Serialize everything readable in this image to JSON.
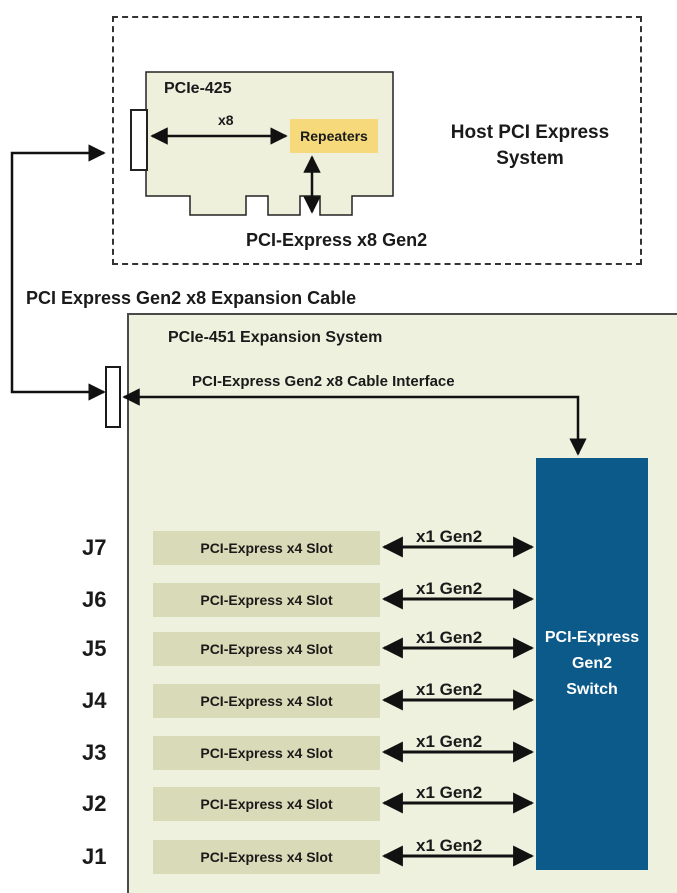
{
  "host": {
    "title_line1": "Host PCI Express",
    "title_line2": "System",
    "card_name": "PCIe-425",
    "lane_label": "x8",
    "repeaters_label": "Repeaters",
    "bus_label": "PCI-Express x8 Gen2"
  },
  "cable": {
    "label": "PCI Express Gen2 x8 Expansion Cable"
  },
  "expansion": {
    "title": "PCIe-451 Expansion System",
    "interface_label": "PCI-Express Gen2 x8 Cable Interface",
    "switch_line1": "PCI-Express",
    "switch_line2": "Gen2",
    "switch_line3": "Switch",
    "slots": [
      {
        "jumper": "J7",
        "slot_label": "PCI-Express x4 Slot",
        "link_label": "x1 Gen2"
      },
      {
        "jumper": "J6",
        "slot_label": "PCI-Express x4 Slot",
        "link_label": "x1 Gen2"
      },
      {
        "jumper": "J5",
        "slot_label": "PCI-Express x4 Slot",
        "link_label": "x1 Gen2"
      },
      {
        "jumper": "J4",
        "slot_label": "PCI-Express x4 Slot",
        "link_label": "x1 Gen2"
      },
      {
        "jumper": "J3",
        "slot_label": "PCI-Express x4 Slot",
        "link_label": "x1 Gen2"
      },
      {
        "jumper": "J2",
        "slot_label": "PCI-Express x4 Slot",
        "link_label": "x1 Gen2"
      },
      {
        "jumper": "J1",
        "slot_label": "PCI-Express x4 Slot",
        "link_label": "x1 Gen2"
      }
    ]
  },
  "colors": {
    "switch": "#0c5a8a",
    "slot": "#d9dab7",
    "card": "#eef0dc",
    "repeaters": "#f5d97a",
    "expansion_bg": "#eff1df"
  }
}
